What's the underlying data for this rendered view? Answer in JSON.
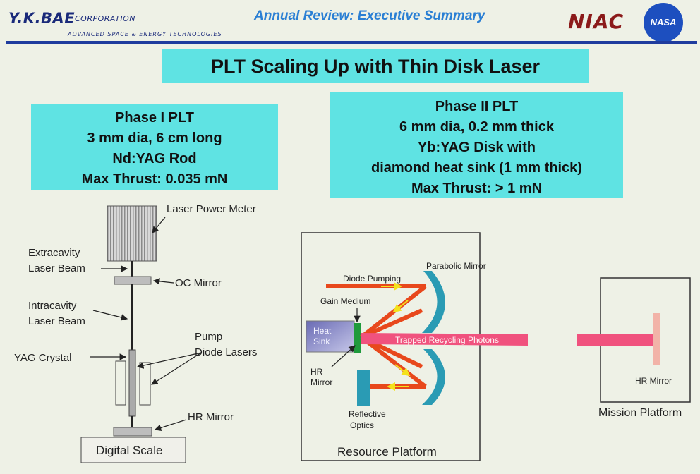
{
  "header": {
    "company_logo": "Y.K.BAE",
    "company_suffix": "CORPORATION",
    "company_tagline": "ADVANCED SPACE & ENERGY TECHNOLOGIES",
    "title": "Annual Review: Executive Summary",
    "partner_logo": "NIAC",
    "agency_logo": "NASA"
  },
  "slide_title": "PLT Scaling Up with Thin Disk Laser",
  "phase1": {
    "lines": [
      "Phase I PLT",
      "3 mm dia, 6 cm long",
      "Nd:YAG Rod",
      "Max Thrust:  0.035 mN"
    ]
  },
  "phase2": {
    "lines": [
      "Phase II PLT",
      "6 mm dia, 0.2 mm thick",
      "Yb:YAG Disk with",
      "diamond heat sink (1 mm thick)",
      "Max Thrust:  > 1 mN"
    ]
  },
  "diagram_left": {
    "laser_power_meter": "Laser Power Meter",
    "extracavity_1": "Extracavity",
    "extracavity_2": "Laser Beam",
    "oc_mirror": "OC Mirror",
    "intracavity_1": "Intracavity",
    "intracavity_2": "Laser Beam",
    "pump_1": "Pump",
    "pump_2": "Diode Lasers",
    "yag_crystal": "YAG Crystal",
    "hr_mirror": "HR Mirror",
    "digital_scale": "Digital Scale"
  },
  "diagram_resource": {
    "diode_pumping": "Diode Pumping",
    "parabolic_mirror": "Parabolic Mirror",
    "gain_medium": "Gain Medium",
    "heat_sink_1": "Heat",
    "heat_sink_2": "Sink",
    "trapped_photons": "Trapped Recycling Photons",
    "hr_mirror_1": "HR",
    "hr_mirror_2": "Mirror",
    "reflective_1": "Reflective",
    "reflective_2": "Optics",
    "platform_label": "Resource Platform"
  },
  "diagram_mission": {
    "hr_mirror": "HR Mirror",
    "platform_label": "Mission Platform"
  },
  "colors": {
    "box_fill": "#5fe3e3",
    "header_rule": "#1f3c9e",
    "title_blue": "#2a7fd4",
    "beam_red": "#e8481c",
    "beam_yellow": "#f4e21c",
    "photon_pink": "#f0527e",
    "mirror_teal": "#2a9bb4",
    "gain_green": "#1f9a3c",
    "heat_sink_purple": "#5d5ea8",
    "hr_pink": "#f2b3a8"
  }
}
